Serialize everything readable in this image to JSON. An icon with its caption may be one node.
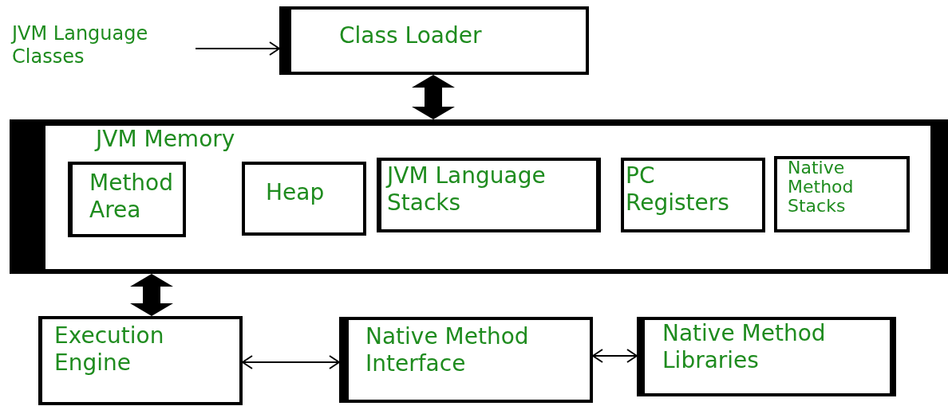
{
  "diagram": {
    "nodes": [
      {
        "text": [
          "JVM Language Classes"
        ]
      },
      {
        "text": [
          "Class Loader"
        ]
      },
      {
        "text": [
          "JVM Memory"
        ]
      },
      {
        "text": [
          "Method Area"
        ],
        "in": 2
      },
      {
        "text": [
          "Heap"
        ],
        "in": 2
      },
      {
        "text": [
          "JVM Language Stacks"
        ],
        "in": 2
      },
      {
        "text": [
          "PC Registers"
        ],
        "in": 2
      },
      {
        "text": [
          "Native Method Stacks"
        ],
        "in": 2
      },
      {
        "text": [
          "Execution Engine"
        ]
      },
      {
        "text": [
          "Native Method Interface"
        ]
      },
      {
        "text": [
          "Native Method Libraries"
        ]
      }
    ],
    "edges": [
      {
        "from": 0,
        "to": 1,
        "arrow": "to"
      },
      {
        "from": 1,
        "to": 2,
        "arrow": "both",
        "style": "thick"
      },
      {
        "from": 2,
        "to": 8,
        "arrow": "both",
        "style": "thick"
      },
      {
        "from": 8,
        "to": 9,
        "arrow": "both"
      },
      {
        "from": 9,
        "to": 10,
        "arrow": "both"
      }
    ]
  }
}
